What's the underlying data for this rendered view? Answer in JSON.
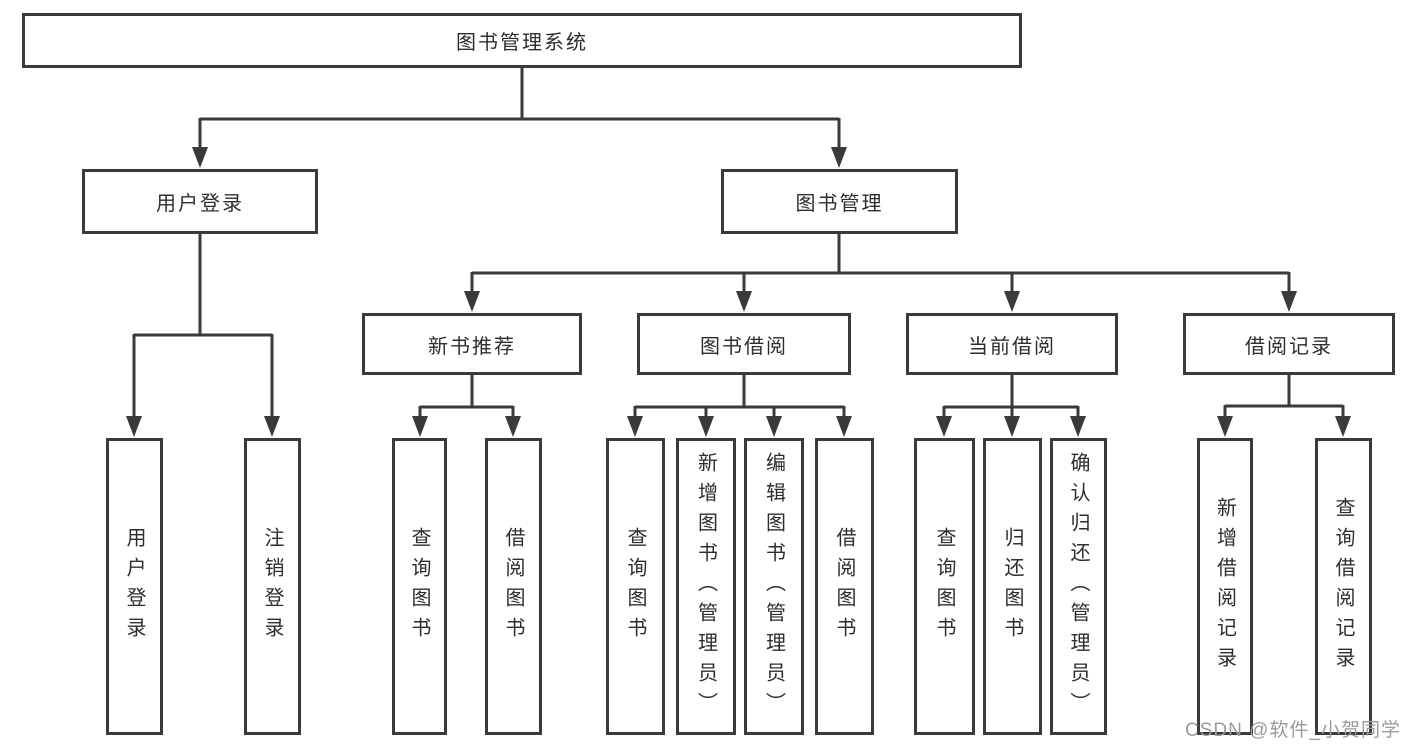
{
  "tree": {
    "label": "图书管理系统",
    "children": [
      {
        "label": "用户登录",
        "children": [
          {
            "label": "用户登录"
          },
          {
            "label": "注销登录"
          }
        ]
      },
      {
        "label": "图书管理",
        "children": [
          {
            "label": "新书推荐",
            "children": [
              {
                "label": "查询图书"
              },
              {
                "label": "借阅图书"
              }
            ]
          },
          {
            "label": "图书借阅",
            "children": [
              {
                "label": "查询图书"
              },
              {
                "label": "新增图书（管理员）"
              },
              {
                "label": "编辑图书（管理员）"
              },
              {
                "label": "借阅图书"
              }
            ]
          },
          {
            "label": "当前借阅",
            "children": [
              {
                "label": "查询图书"
              },
              {
                "label": "归还图书"
              },
              {
                "label": "确认归还（管理员）"
              }
            ]
          },
          {
            "label": "借阅记录",
            "children": [
              {
                "label": "新增借阅记录"
              },
              {
                "label": "查询借阅记录"
              }
            ]
          }
        ]
      }
    ]
  },
  "watermark": "CSDN @软件_小贺同学",
  "colors": {
    "line": "#3a3a3a",
    "text": "#2e2e2e",
    "background": "#ffffff",
    "watermark": "#9b9b9b"
  }
}
